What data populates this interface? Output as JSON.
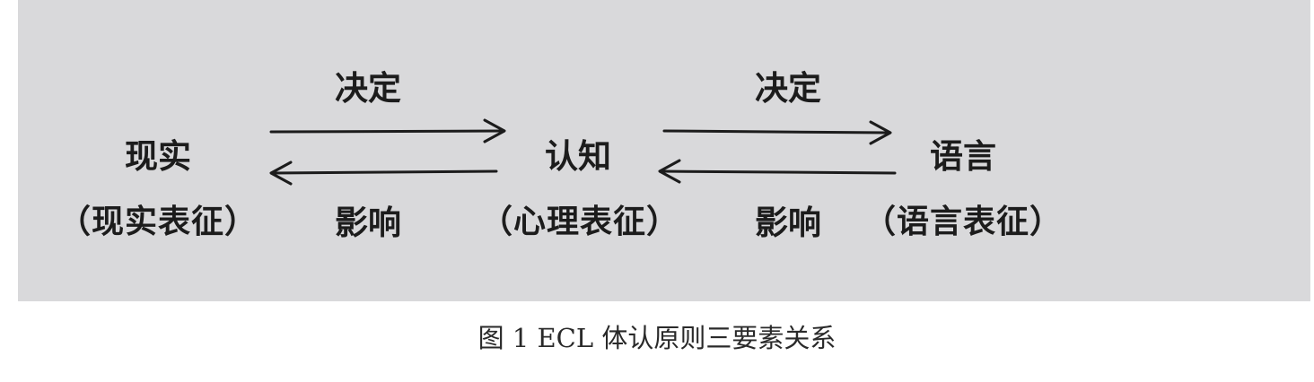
{
  "nodes": {
    "reality": {
      "label": "现实",
      "sub": "（现实表征）"
    },
    "cognition": {
      "label": "认知",
      "sub": "（心理表征）"
    },
    "language": {
      "label": "语言",
      "sub": "（语言表征）"
    }
  },
  "edges": {
    "reality_to_cognition": "决定",
    "cognition_to_reality": "影响",
    "cognition_to_language": "决定",
    "language_to_cognition": "影响"
  },
  "caption": "图 1 ECL 体认原则三要素关系",
  "colors": {
    "panel": "#d9d9db",
    "text": "#1c1c1c",
    "arrow": "#1c1c1c"
  }
}
